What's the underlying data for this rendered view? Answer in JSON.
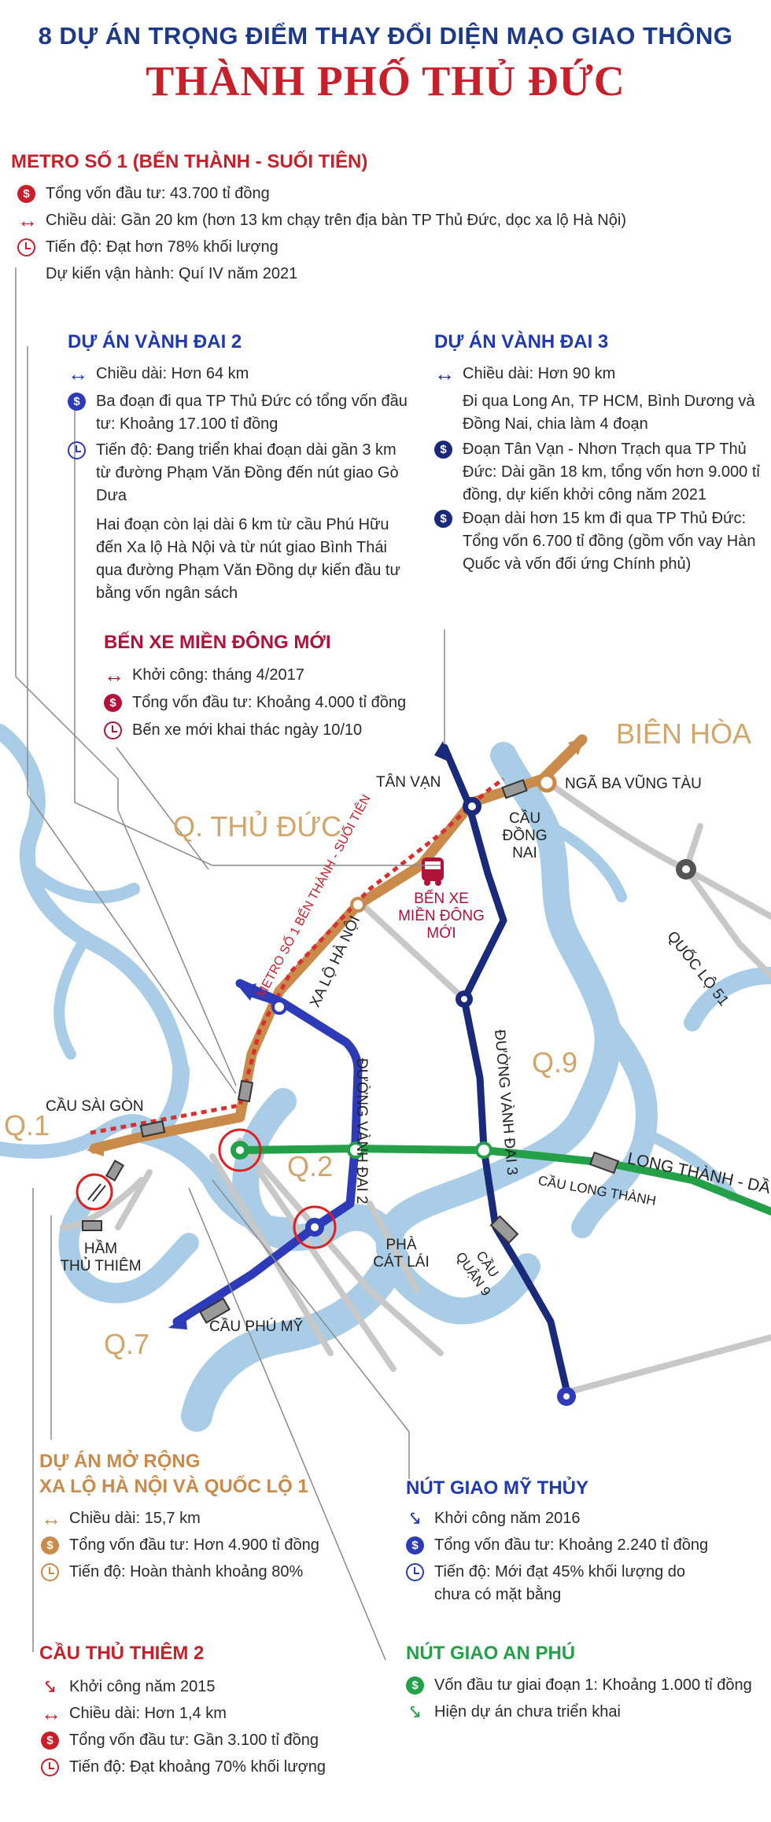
{
  "header": {
    "subtitle": "8 DỰ ÁN TRỌNG ĐIỂM THAY ĐỔI DIỆN MẠO GIAO THÔNG",
    "title": "THÀNH PHỐ THỦ ĐỨC"
  },
  "metro": {
    "title": "METRO SỐ 1 (BẾN THÀNH - SUỐI TIÊN)",
    "items": [
      "Tổng vốn đầu tư: 43.700 tỉ đồng",
      "Chiều dài: Gần 20 km (hơn 13 km chạy trên địa bàn TP Thủ Đức, dọc xa lộ Hà Nội)",
      "Tiến độ: Đạt hơn 78% khối lượng",
      "Dự kiến vận hành: Quí IV năm 2021"
    ]
  },
  "vanh_dai_2": {
    "title": "DỰ ÁN VÀNH ĐAI 2",
    "items": [
      "Chiều dài: Hơn 64 km",
      "Ba đoạn đi qua TP Thủ Đức có tổng vốn đầu tư: Khoảng 17.100 tỉ đồng",
      "Tiến độ: Đang triển khai đoạn dài gần 3 km từ đường Phạm Văn Đồng đến nút giao Gò Dưa",
      "Hai đoạn còn lại dài 6 km từ cầu Phú Hữu đến Xa lộ Hà Nội và từ nút giao Bình Thái qua đường Phạm Văn Đồng dự kiến đầu tư bằng vốn ngân sách"
    ]
  },
  "vanh_dai_3": {
    "title": "DỰ ÁN VÀNH ĐAI 3",
    "items": [
      "Chiều dài: Hơn 90 km",
      "Đi qua Long An, TP HCM, Bình Dương và Đồng Nai, chia làm 4 đoạn",
      "Đoạn Tân Vạn - Nhơn Trạch qua TP Thủ Đức: Dài gần 18 km, tổng vốn hơn 9.000 tỉ đồng, dự kiến khởi công năm 2021",
      "Đoạn dài hơn 15 km đi qua TP Thủ Đức: Tổng vốn 6.700 tỉ đồng (gồm vốn vay Hàn Quốc và vốn đối ứng Chính phủ)"
    ]
  },
  "ben_xe": {
    "title": "BẾN XE MIỀN ĐÔNG MỚI",
    "items": [
      "Khởi công: tháng 4/2017",
      "Tổng vốn đầu tư: Khoảng 4.000 tỉ đồng",
      "Bến xe mới khai thác ngày 10/10"
    ]
  },
  "map": {
    "bien_hoa": "BIÊN HÒA",
    "thu_duc": "Q. THỦ ĐỨC",
    "q9": "Q.9",
    "q2": "Q.2",
    "q1": "Q.1",
    "q7": "Q.7",
    "tan_van": "TÂN VẠN",
    "nga_ba_vung_tau": "NGÃ BA VŨNG TÀU",
    "cau_dong_nai": "CẦU\nĐỒNG NAI",
    "ben_xe_label": "BẾN XE\nMIỀN ĐÔNG\nMỚI",
    "quoc_lo_51": "QUỐC LỘ 51",
    "metro_label": "METRO SỐ 1 BẾN THÀNH - SUỐI TIÊN",
    "xa_lo_ha_noi": "XA LỘ HÀ NỘI",
    "duong_vanh_dai_2": "ĐƯỜNG VÀNH ĐAI 2",
    "duong_vanh_dai_3": "ĐƯỜNG VÀNH ĐAI 3",
    "cau_sai_gon": "CẦU SÀI GÒN",
    "long_thanh_dau_giay": "LONG THÀNH - DẦU GIÂY",
    "cau_long_thanh": "CẦU LONG THÀNH",
    "cau_quan_9": "CẦU\nQUẬN 9",
    "pha_cat_lai": "PHÀ\nCÁT LÁI",
    "ham_thu_thiem": "HẦM\nTHỦ THIÊM",
    "cau_phu_my": "CẦU PHÚ MỸ"
  },
  "xa_lo": {
    "title_1": "DỰ ÁN MỞ RỘNG",
    "title_2": "XA LỘ HÀ NỘI VÀ QUỐC LỘ 1",
    "items": [
      "Chiều dài: 15,7 km",
      "Tổng vốn đầu tư: Hơn 4.900 tỉ đồng",
      "Tiến độ: Hoàn thành khoảng 80%"
    ]
  },
  "my_thuy": {
    "title": "NÚT GIAO MỸ THỦY",
    "items": [
      "Khởi công năm 2016",
      "Tổng vốn đầu tư: Khoảng 2.240 tỉ đồng",
      "Tiến độ: Mới đạt 45% khối lượng do chưa có mặt bằng"
    ]
  },
  "thu_thiem_2": {
    "title": "CẦU THỦ THIÊM 2",
    "items": [
      "Khởi công năm 2015",
      "Chiều dài: Hơn 1,4 km",
      "Tổng vốn đầu tư: Gần 3.100 tỉ đồng",
      "Tiến độ: Đạt khoảng 70% khối lượng"
    ]
  },
  "an_phu": {
    "title": "NÚT GIAO AN PHÚ",
    "items": [
      "Vốn đầu tư giai đoạn 1: Khoảng 1.000 tỉ đồng",
      "Hiện dự án chưa triển khai"
    ]
  },
  "icons": {
    "money": "money-icon",
    "length": "double-arrow-icon",
    "progress": "clock-icon",
    "start": "shovel-icon"
  },
  "colors": {
    "title_blue": "#1d3a8a",
    "title_red": "#c8202a",
    "metro_red": "#c8202a",
    "vanh_dai_2_blue": "#2e3bb8",
    "vanh_dai_3_navy": "#1a2a7a",
    "xa_lo_orange": "#c98a4a",
    "long_thanh_green": "#24a048",
    "ben_xe_crimson": "#b0123a",
    "river": "#a9cde6"
  }
}
